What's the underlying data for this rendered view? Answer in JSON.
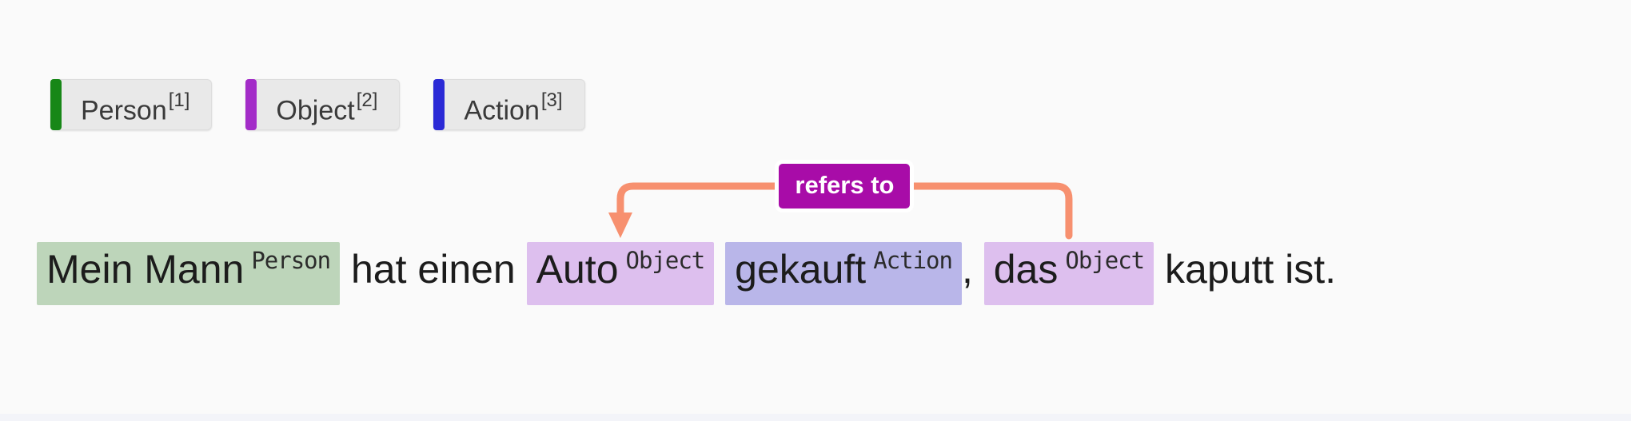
{
  "colors": {
    "background": "#fafafa",
    "chip_background": "#e9e9e9",
    "person_bar": "#178717",
    "person_highlight": "#bdd5ba",
    "object_bar": "#a32cc8",
    "object_highlight": "#ddbfee",
    "action_bar": "#2b2ad6",
    "action_highlight": "#b9b6e9",
    "relation_arrow": "#f7906f",
    "relation_badge": "#a80ca8",
    "sentence_text": "#1c1c1c"
  },
  "label_palette": [
    {
      "name": "Person",
      "shortcut": "[1]"
    },
    {
      "name": "Object",
      "shortcut": "[2]"
    },
    {
      "name": "Action",
      "shortcut": "[3]"
    }
  ],
  "relation": {
    "label": "refers to",
    "from_span": "das",
    "to_span": "Auto"
  },
  "sentence": {
    "full_text": "Mein Mann hat einen Auto gekauft, das kaputt ist.",
    "tokens": [
      {
        "type": "entity",
        "text": "Mein Mann",
        "label": "Person"
      },
      {
        "type": "plain",
        "text": " hat einen "
      },
      {
        "type": "entity",
        "text": "Auto",
        "label": "Object"
      },
      {
        "type": "plain",
        "text": " "
      },
      {
        "type": "entity",
        "text": "gekauft",
        "label": "Action"
      },
      {
        "type": "plain",
        "text": ", "
      },
      {
        "type": "entity",
        "text": "das",
        "label": "Object"
      },
      {
        "type": "plain",
        "text": " kaputt ist."
      }
    ]
  }
}
